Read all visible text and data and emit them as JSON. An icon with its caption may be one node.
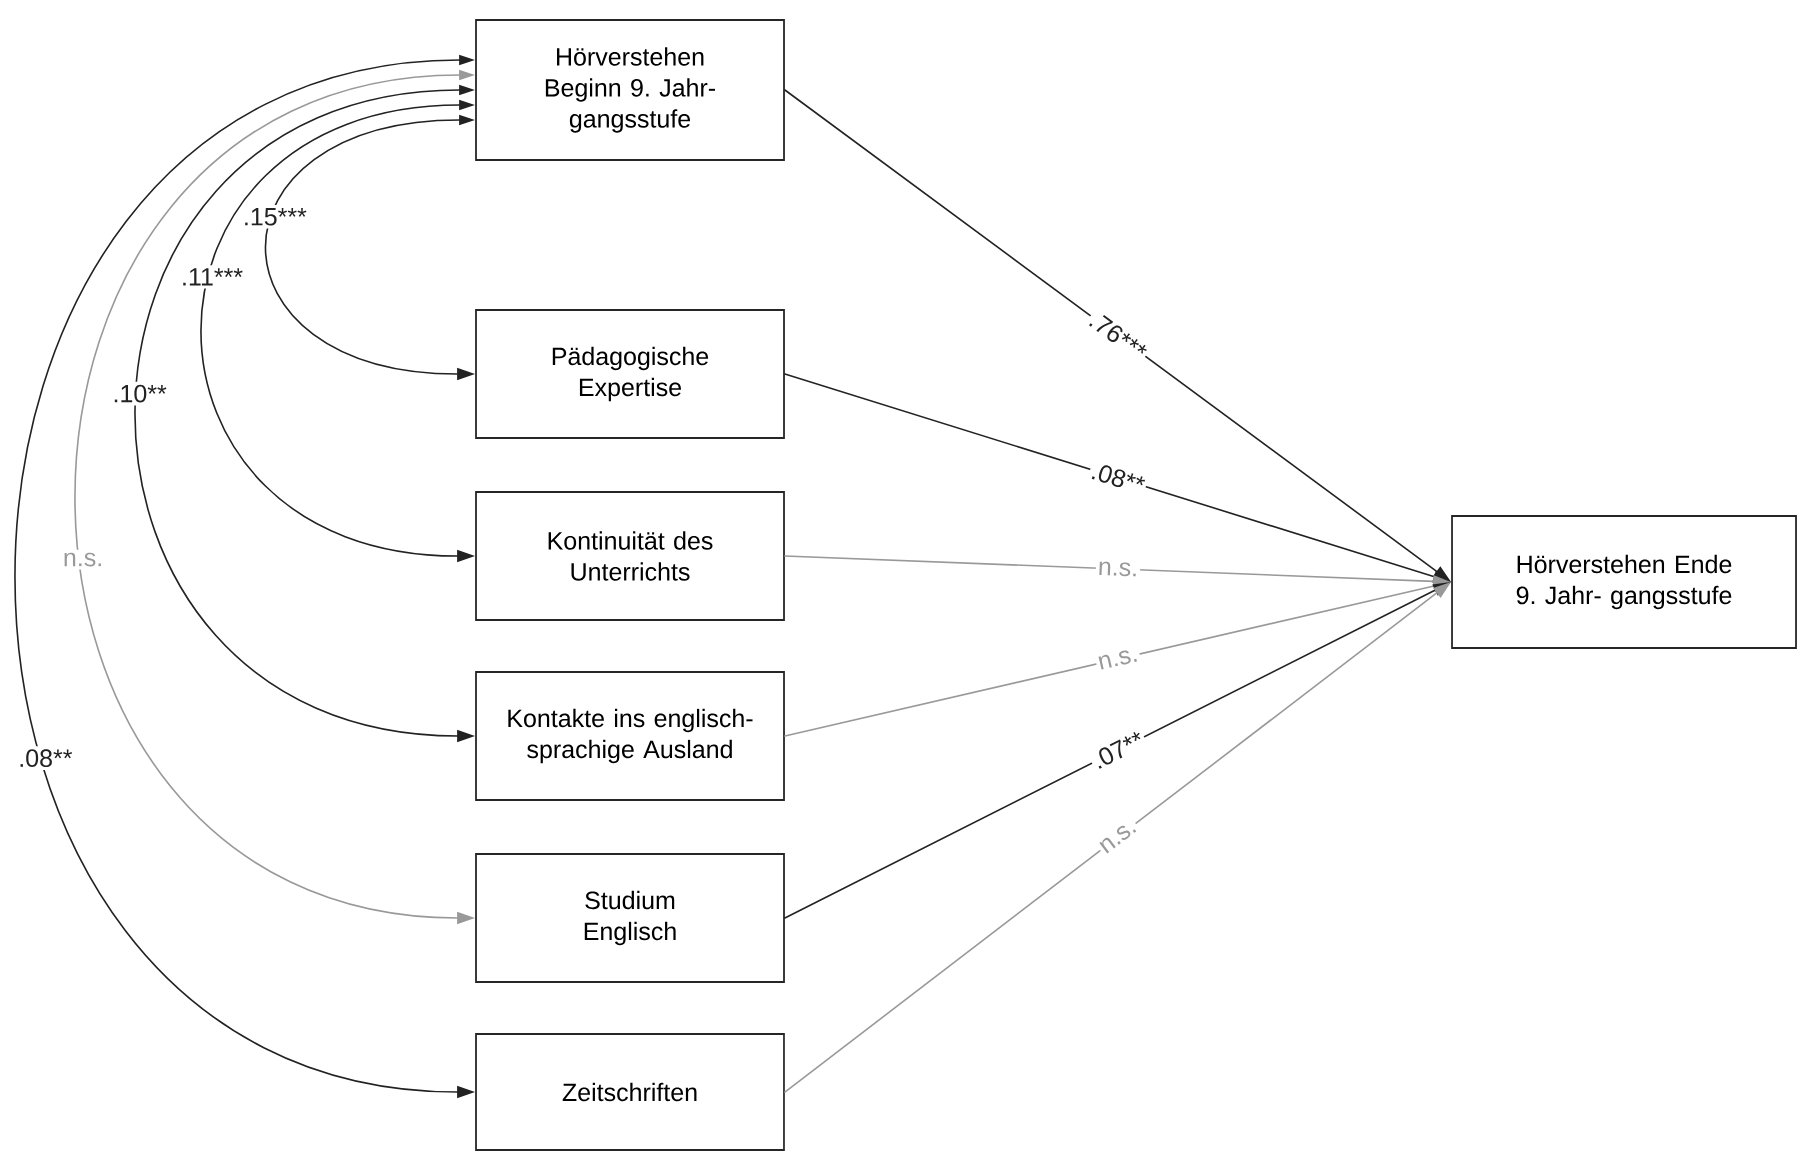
{
  "diagram": {
    "nodes": [
      {
        "text": [
          "Hörverstehen Beginn 9. Jahr- gangsstufe"
        ]
      },
      {
        "text": [
          "Pädagogische Expertise"
        ]
      },
      {
        "text": [
          "Kontinuität des Unterrichts"
        ]
      },
      {
        "text": [
          "Kontakte ins englisch- sprachige Ausland"
        ]
      },
      {
        "text": [
          "Studium Englisch"
        ]
      },
      {
        "text": [
          "Zeitschriften"
        ]
      },
      {
        "text": [
          "Hörverstehen Ende 9. Jahr- gangsstufe"
        ]
      }
    ],
    "edges": [
      {
        "from": 0,
        "to": 1,
        "arrow": "both",
        "label": ".15***"
      },
      {
        "from": 0,
        "to": 2,
        "arrow": "both",
        "label": ".11***"
      },
      {
        "from": 0,
        "to": 3,
        "arrow": "both",
        "label": ".10**"
      },
      {
        "from": 0,
        "to": 4,
        "arrow": "both",
        "label": "n.s.",
        "color": "#999999"
      },
      {
        "from": 0,
        "to": 5,
        "arrow": "both",
        "label": ".08**"
      },
      {
        "from": 0,
        "to": 6,
        "arrow": "to",
        "label": ".76***"
      },
      {
        "from": 1,
        "to": 6,
        "arrow": "to",
        "label": ".08**"
      },
      {
        "from": 2,
        "to": 6,
        "arrow": "to",
        "label": "n.s.",
        "color": "#999999"
      },
      {
        "from": 3,
        "to": 6,
        "arrow": "to",
        "label": "n.s.",
        "color": "#999999"
      },
      {
        "from": 4,
        "to": 6,
        "arrow": "to",
        "label": ".07**"
      },
      {
        "from": 5,
        "to": 6,
        "arrow": "to",
        "label": "n.s.",
        "color": "#999999"
      }
    ]
  }
}
